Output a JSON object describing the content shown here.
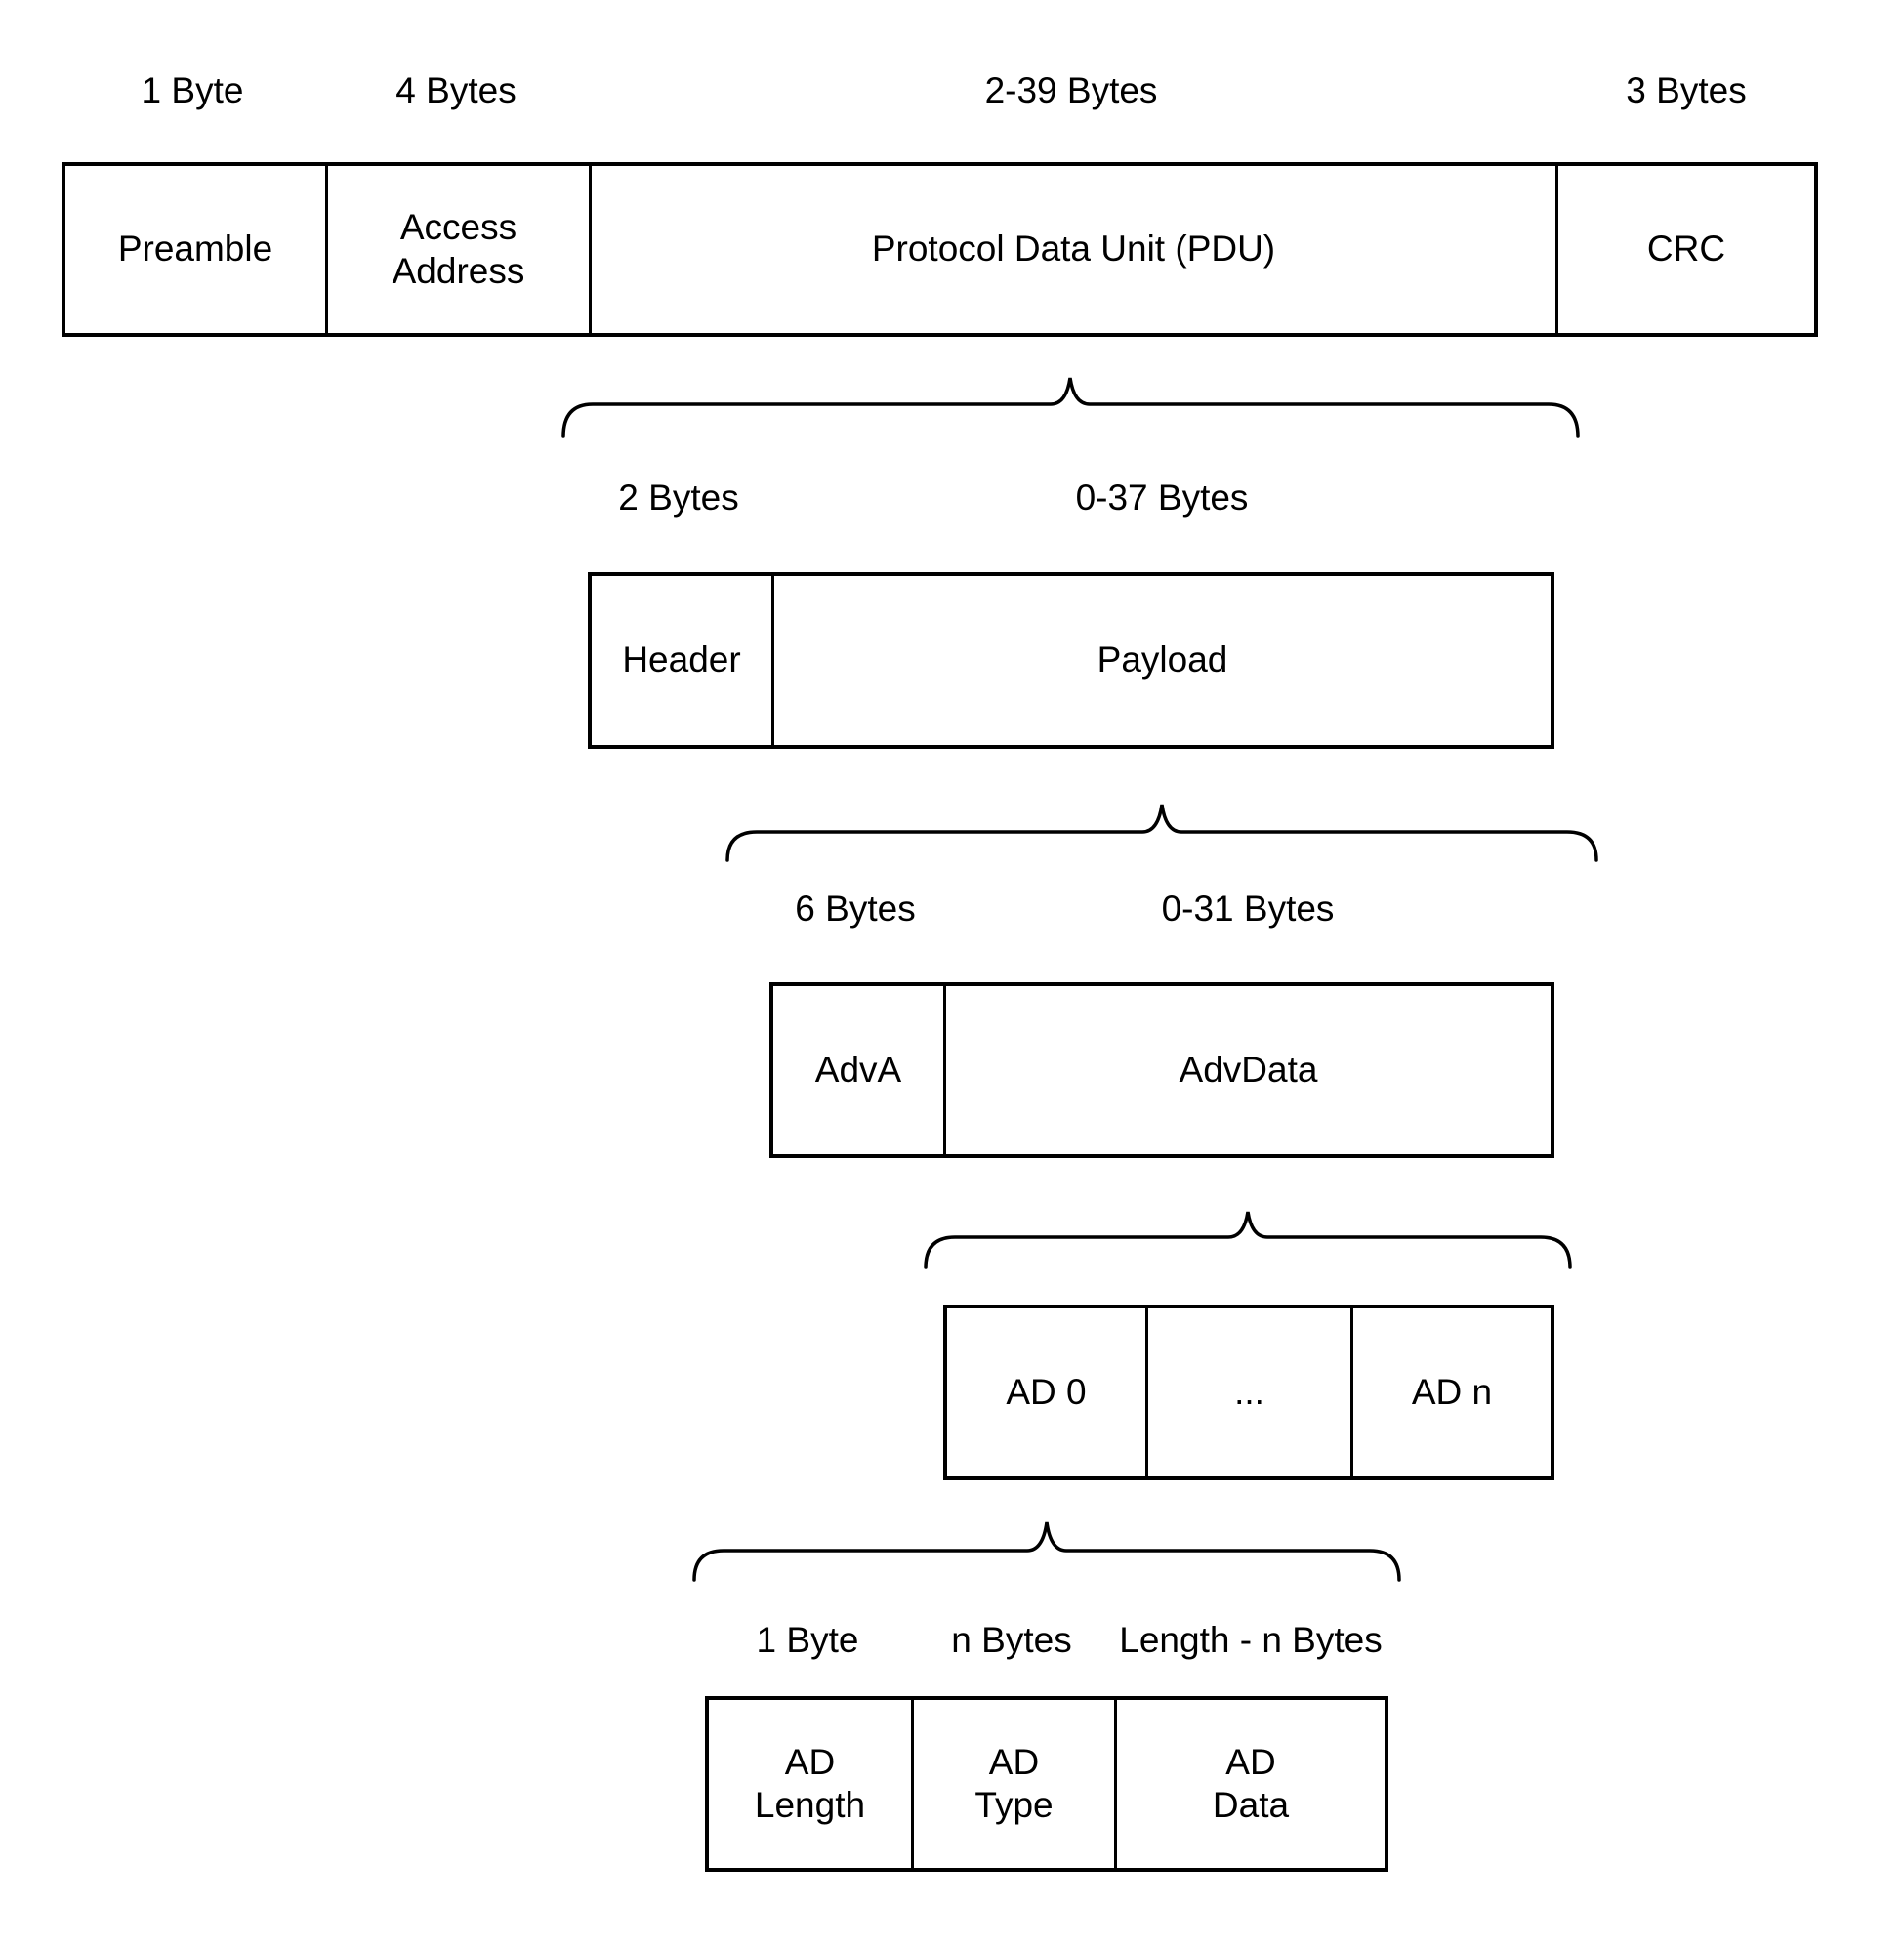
{
  "diagram": {
    "description": "BLE packet structure breakdown diagram",
    "colors": {
      "background": "#ffffff",
      "stroke": "#000000",
      "text": "#000000"
    },
    "levels": [
      {
        "name": "packet",
        "size_labels": [
          "1 Byte",
          "4 Bytes",
          "2-39 Bytes",
          "3 Bytes"
        ],
        "cells": [
          "Preamble",
          "Access\nAddress",
          "Protocol Data Unit (PDU)",
          "CRC"
        ]
      },
      {
        "name": "pdu",
        "size_labels": [
          "2 Bytes",
          "0-37 Bytes"
        ],
        "cells": [
          "Header",
          "Payload"
        ]
      },
      {
        "name": "payload",
        "size_labels": [
          "6 Bytes",
          "0-31 Bytes"
        ],
        "cells": [
          "AdvA",
          "AdvData"
        ]
      },
      {
        "name": "advdata",
        "size_labels": [],
        "cells": [
          "AD 0",
          "...",
          "AD n"
        ]
      },
      {
        "name": "ad-structure",
        "size_labels": [
          "1 Byte",
          "n Bytes",
          "Length - n Bytes"
        ],
        "cells": [
          "AD\nLength",
          "AD\nType",
          "AD\nData"
        ]
      }
    ]
  }
}
